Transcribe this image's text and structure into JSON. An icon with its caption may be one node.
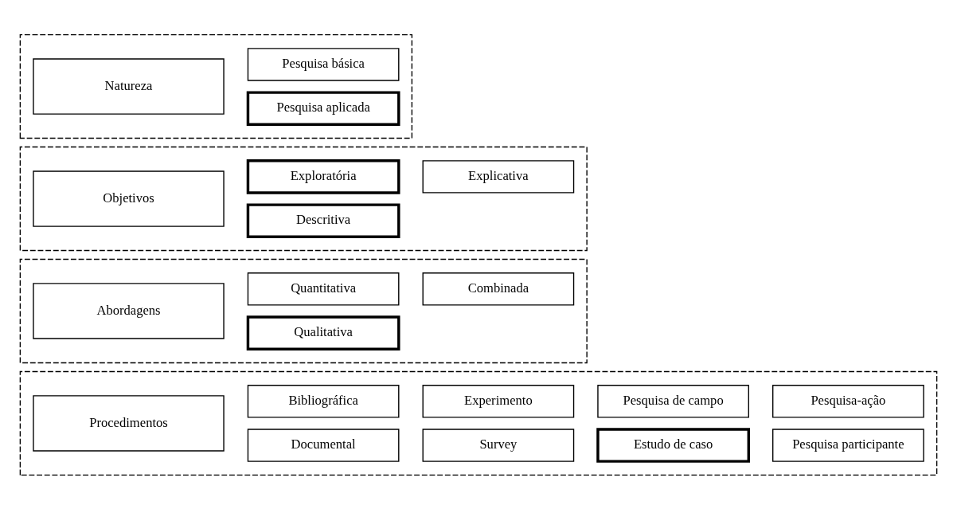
{
  "diagram": {
    "nodes": [
      {
        "text": [],
        "shape": "box"
      },
      {
        "text": [
          "Natureza"
        ],
        "in": 0
      },
      {
        "text": [
          "Pesquisa básica"
        ],
        "in": 0
      },
      {
        "text": [
          "Pesquisa aplicada"
        ],
        "in": 0
      },
      {
        "text": [],
        "shape": "box"
      },
      {
        "text": [
          "Objetivos"
        ],
        "in": 4
      },
      {
        "text": [
          "Exploratória"
        ],
        "in": 4
      },
      {
        "text": [
          "Explicativa"
        ],
        "in": 4
      },
      {
        "text": [
          "Descritiva"
        ],
        "in": 4
      },
      {
        "text": [],
        "shape": "box"
      },
      {
        "text": [
          "Abordagens"
        ],
        "in": 9
      },
      {
        "text": [
          "Quantitativa"
        ],
        "in": 9
      },
      {
        "text": [
          "Combinada"
        ],
        "in": 9
      },
      {
        "text": [
          "Qualitativa"
        ],
        "in": 9
      },
      {
        "text": [],
        "shape": "box"
      },
      {
        "text": [
          "Procedimentos"
        ],
        "in": 14
      },
      {
        "text": [
          "Bibliográfica"
        ],
        "in": 14
      },
      {
        "text": [
          "Experimento"
        ],
        "in": 14
      },
      {
        "text": [
          "Pesquisa de campo"
        ],
        "in": 14
      },
      {
        "text": [
          "Pesquisa-ação"
        ],
        "in": 14
      },
      {
        "text": [
          "Documental"
        ],
        "in": 14
      },
      {
        "text": [
          "Survey"
        ],
        "in": 14
      },
      {
        "text": [
          "Estudo de caso"
        ],
        "in": 14
      },
      {
        "text": [
          "Pesquisa participante"
        ],
        "in": 14
      }
    ]
  }
}
